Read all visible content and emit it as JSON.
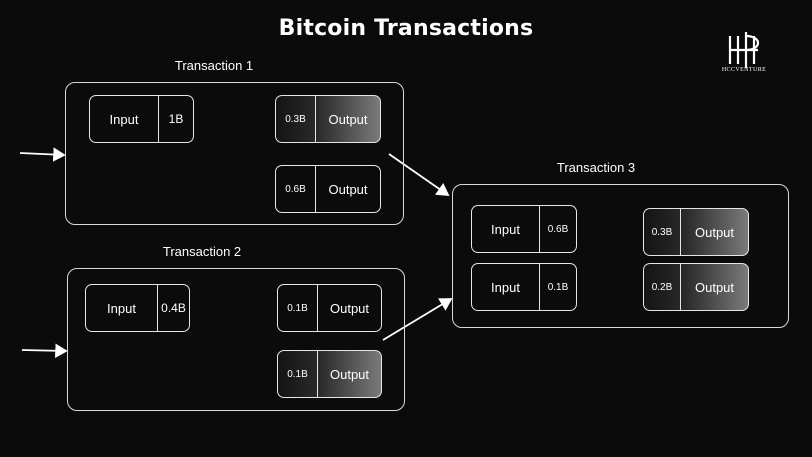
{
  "title": "Bitcoin Transactions",
  "logo": {
    "name": "logo-icon",
    "text": "HCCVENTURE"
  },
  "transactions": [
    {
      "label": "Transaction 1",
      "input": {
        "label": "Input",
        "amount": "1B"
      },
      "outputs": [
        {
          "amount": "0.3B",
          "label": "Output",
          "highlight": true
        },
        {
          "amount": "0.6B",
          "label": "Output",
          "highlight": false
        }
      ]
    },
    {
      "label": "Transaction 2",
      "input": {
        "label": "Input",
        "amount": "0.4B"
      },
      "outputs": [
        {
          "amount": "0.1B",
          "label": "Output",
          "highlight": false
        },
        {
          "amount": "0.1B",
          "label": "Output",
          "highlight": true
        }
      ]
    },
    {
      "label": "Transaction 3",
      "inputs": [
        {
          "label": "Input",
          "amount": "0.6B"
        },
        {
          "label": "Input",
          "amount": "0.1B"
        }
      ],
      "outputs": [
        {
          "amount": "0.3B",
          "label": "Output",
          "highlight": true
        },
        {
          "amount": "0.2B",
          "label": "Output",
          "highlight": true
        }
      ]
    }
  ],
  "colors": {
    "background": "#0b0b0b",
    "stroke": "#ffffff"
  }
}
